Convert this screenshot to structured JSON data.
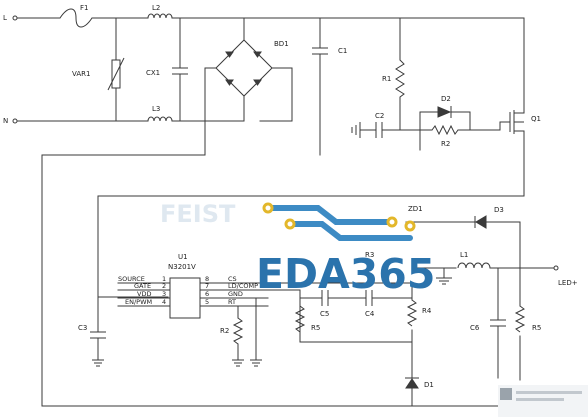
{
  "labels": {
    "L": "L",
    "N": "N",
    "F1": "F1",
    "L2": "L2",
    "L3": "L3",
    "VAR1": "VAR1",
    "CX1": "CX1",
    "BD1": "BD1",
    "C1": "C1",
    "R1": "R1",
    "D2": "D2",
    "C2": "C2",
    "Q1": "Q1",
    "R2_top": "R2",
    "ZD1": "ZD1",
    "D3": "D3",
    "U1": "U1",
    "chip": "N3201V",
    "R3": "R3",
    "L1": "L1",
    "LED_plus": "LED+",
    "C5_left": "C5",
    "C4": "C4",
    "R5_left": "R5",
    "R4": "R4",
    "C3": "C3",
    "R2_bottom": "R2",
    "C6": "C6",
    "R5_right": "R5",
    "D1": "D1"
  },
  "pins_left": [
    {
      "name": "SOURCE",
      "num": "1"
    },
    {
      "name": "GATE",
      "num": "2"
    },
    {
      "name": "VDD",
      "num": "3"
    },
    {
      "name": "EN/PWM",
      "num": "4"
    }
  ],
  "pins_right": [
    {
      "name": "CS",
      "num": "8"
    },
    {
      "name": "LD/COMP",
      "num": "7"
    },
    {
      "name": "GND",
      "num": "6"
    },
    {
      "name": "RT",
      "num": "5"
    }
  ],
  "watermark": {
    "text": "EDA365",
    "color": "#2b73ac",
    "trace_color": "#3d8bc4",
    "pad_color": "#e3b72a"
  }
}
